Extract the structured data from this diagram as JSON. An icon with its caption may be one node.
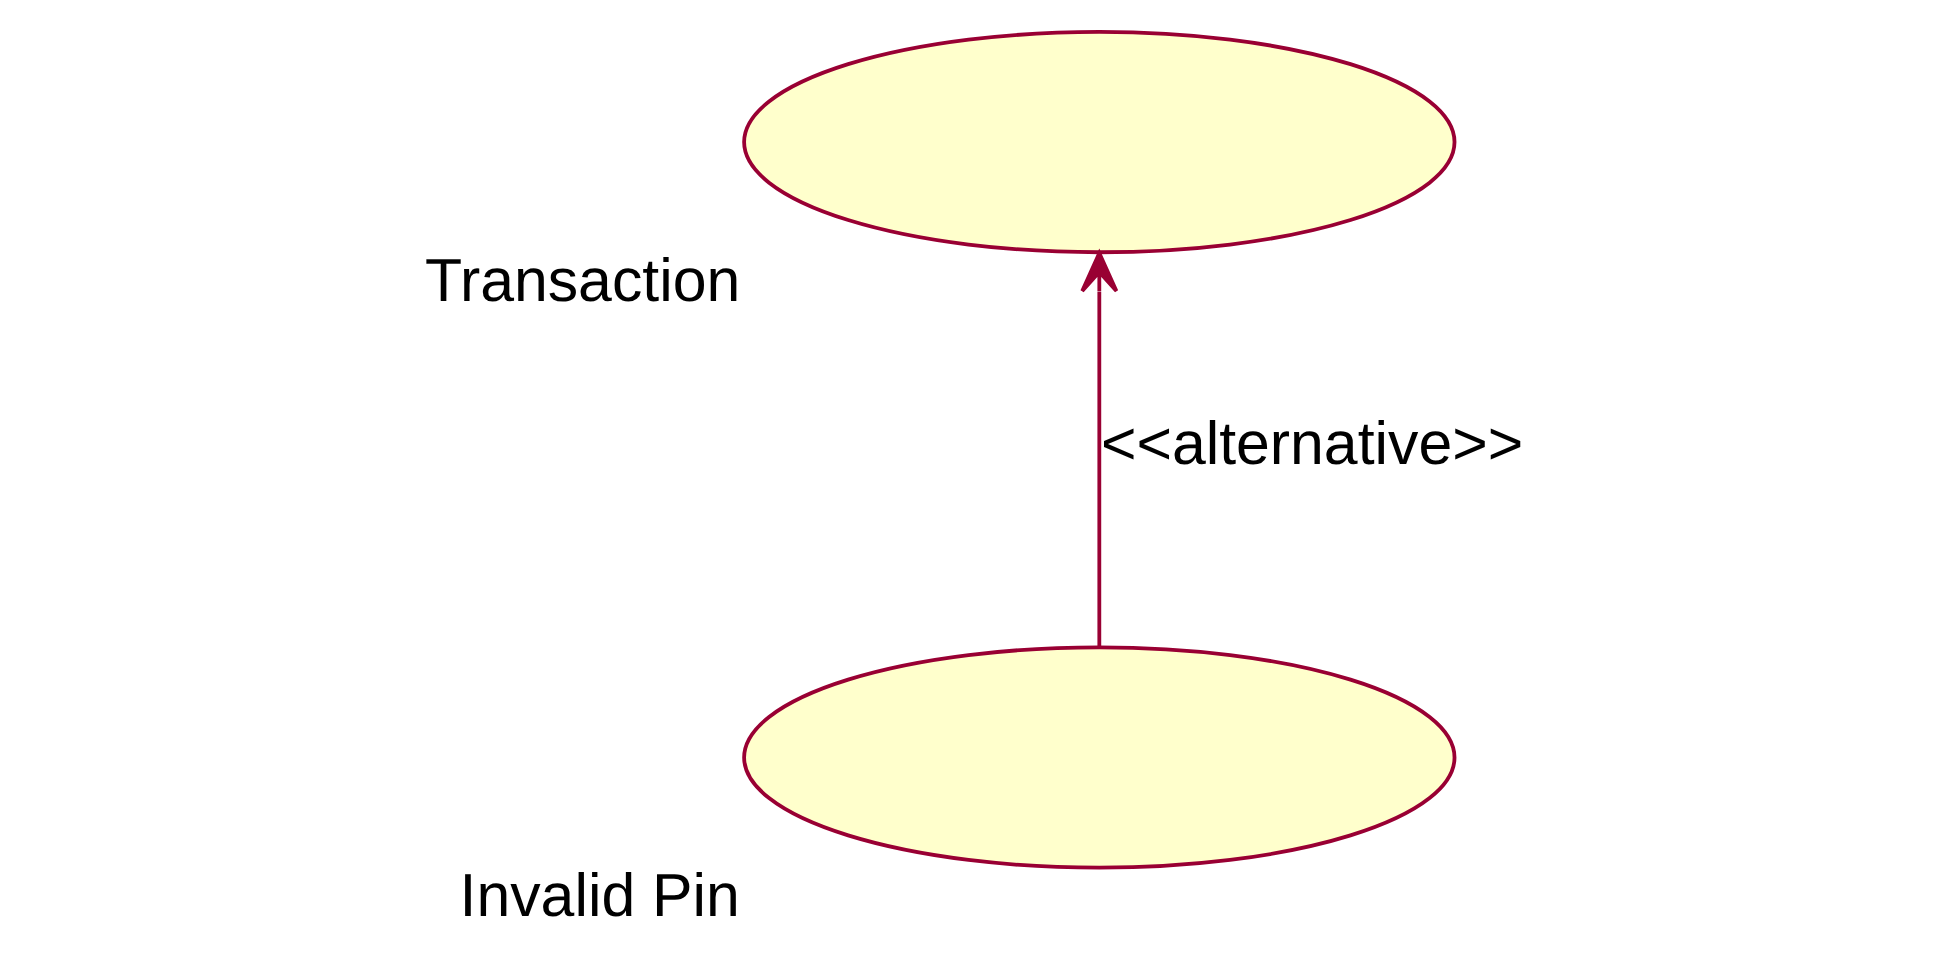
{
  "diagram": {
    "nodes": [
      {
        "text": [
          "Transaction"
        ]
      },
      {
        "text": [
          "Invalid Pin"
        ]
      }
    ],
    "edges": [
      {
        "from": 1,
        "to": 0,
        "arrow": "to",
        "label": "<<alternative>>"
      }
    ]
  }
}
